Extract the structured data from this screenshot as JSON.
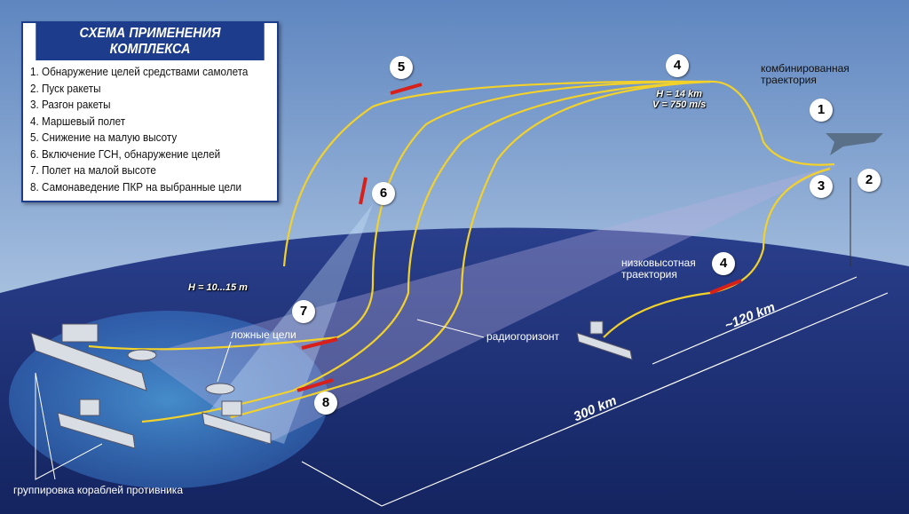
{
  "legend": {
    "title": "СХЕМА ПРИМЕНЕНИЯ КОМПЛЕКСА",
    "items": [
      "1. Обнаружение целей средствами самолета",
      "2. Пуск ракеты",
      "3. Разгон ракеты",
      "4. Маршевый полет",
      "5. Снижение на малую высоту",
      "6. Включение ГСН, обнаружение целей",
      "7. Полет на малой высоте",
      "8. Самонаведение ПКР на выбранные цели"
    ]
  },
  "markers": {
    "m1": "1",
    "m2": "2",
    "m3": "3",
    "m4a": "4",
    "m4b": "4",
    "m5": "5",
    "m6": "6",
    "m7": "7",
    "m8": "8"
  },
  "labels": {
    "combined_line1": "комбинированная",
    "combined_line2": "траектория",
    "cruise_h": "H = 14 km",
    "cruise_v": "V = 750 m/s",
    "low_h": "H = 10...15 m",
    "lowalt_line1": "низковысотная",
    "lowalt_line2": "траектория",
    "decoys": "ложные цели",
    "radio_horizon": "радиогоризонт",
    "dist_120": "~120 km",
    "dist_300": "300 km",
    "enemy_group": "группировка кораблей противника"
  },
  "colors": {
    "trajectory": "#f2d22a",
    "missile": "#d8201a",
    "legend_header": "#1d3c8c",
    "sea": "#1b2f7a",
    "sky": "#7fa3cf"
  }
}
